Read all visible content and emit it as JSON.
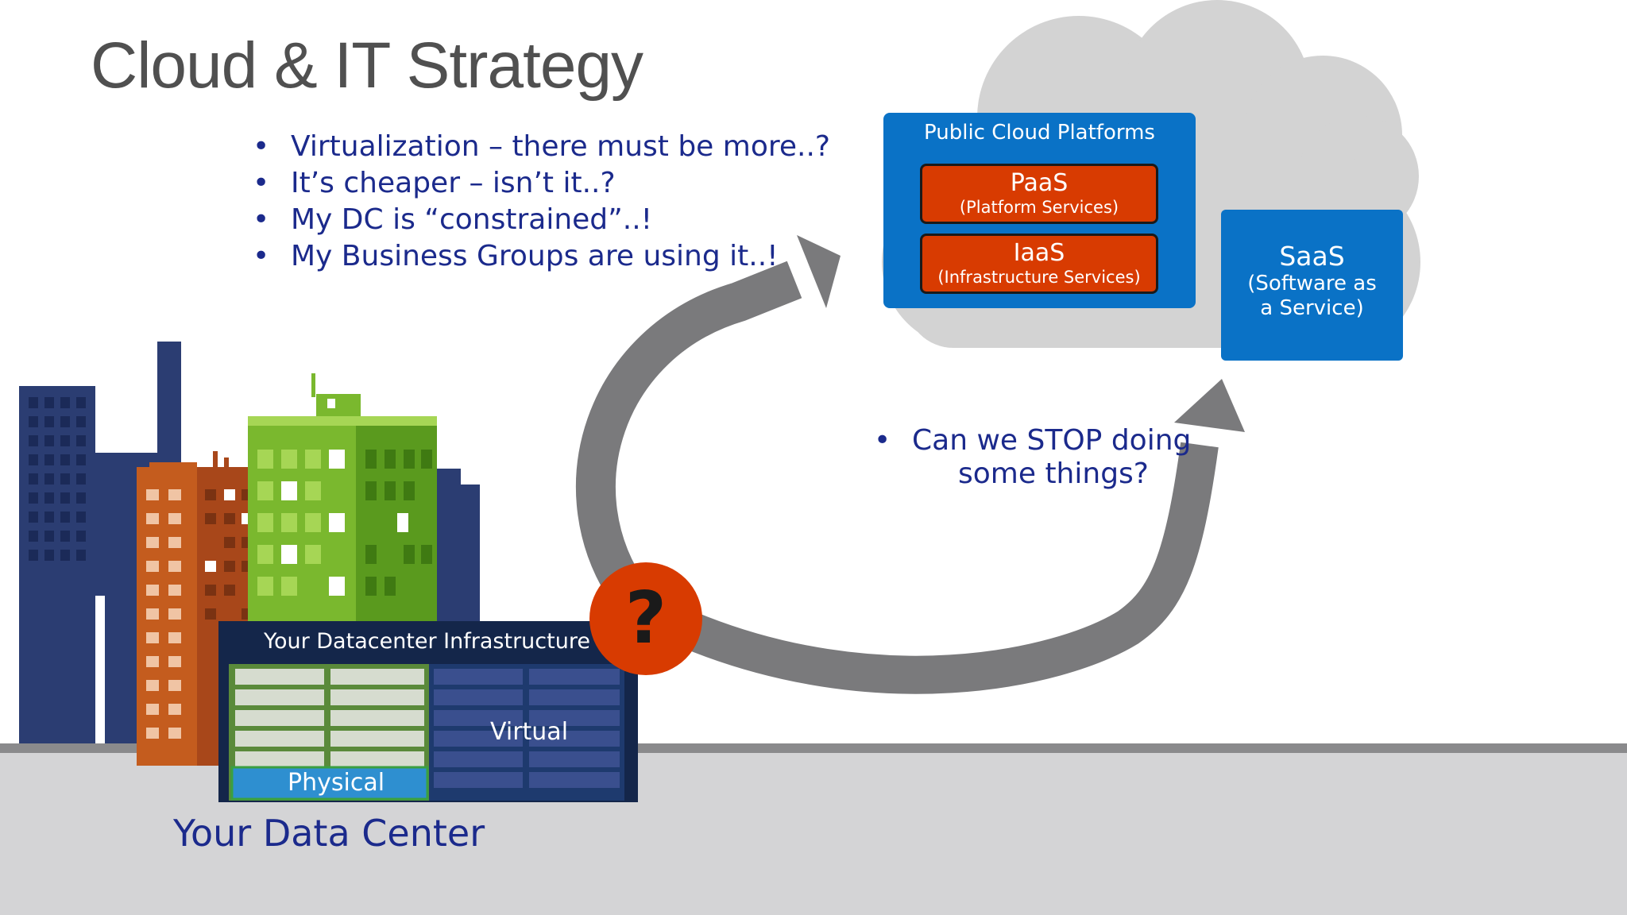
{
  "slide": {
    "title": "Cloud & IT Strategy",
    "bullets": [
      "Virtualization – there must be more..?",
      "It’s cheaper – isn’t it..?",
      "My DC is “constrained”..!",
      "My Business Groups are using it..!"
    ],
    "question": {
      "line1": "Can we STOP doing",
      "line2": "some things?"
    }
  },
  "cloud": {
    "platforms_title": "Public Cloud Platforms",
    "paas": {
      "name": "PaaS",
      "sub": "(Platform Services)"
    },
    "iaas": {
      "name": "IaaS",
      "sub": "(Infrastructure Services)"
    },
    "saas": {
      "name": "SaaS",
      "sub1": "(Software as",
      "sub2": "a Service)"
    }
  },
  "datacenter": {
    "infra_title": "Your Datacenter Infrastructure",
    "virtual_label": "Virtual",
    "physical_label": "Physical",
    "label": "Your Data Center",
    "question_mark": "?"
  },
  "colors": {
    "accent_blue": "#0a72c6",
    "accent_orange": "#d83b01",
    "text_navy": "#1b2a8c",
    "arrow_gray": "#7a7a7c",
    "ground_gray": "#d4d4d6"
  },
  "icons": [
    "cloud-shape",
    "curved-arrow",
    "question-mark-icon",
    "building-icon",
    "server-rack-icon"
  ]
}
